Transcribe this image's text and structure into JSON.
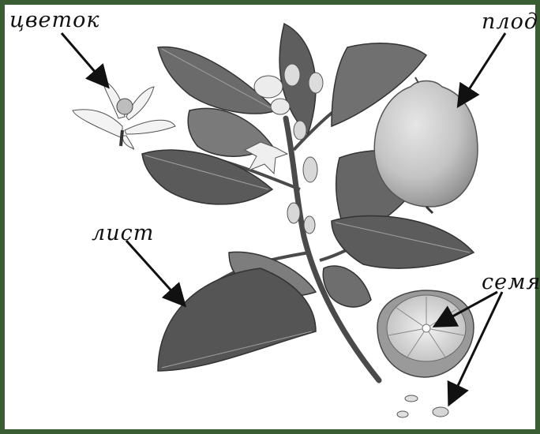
{
  "labels": {
    "flower": "цветок",
    "fruit": "плод",
    "leaf": "лист",
    "seed": "семя"
  },
  "colors": {
    "frame_border": "#3b5d34",
    "leaf_dark": "#5a5a5a",
    "leaf_light": "#8a8a8a",
    "fruit": "#c8c8c8",
    "arrow": "#111111"
  }
}
